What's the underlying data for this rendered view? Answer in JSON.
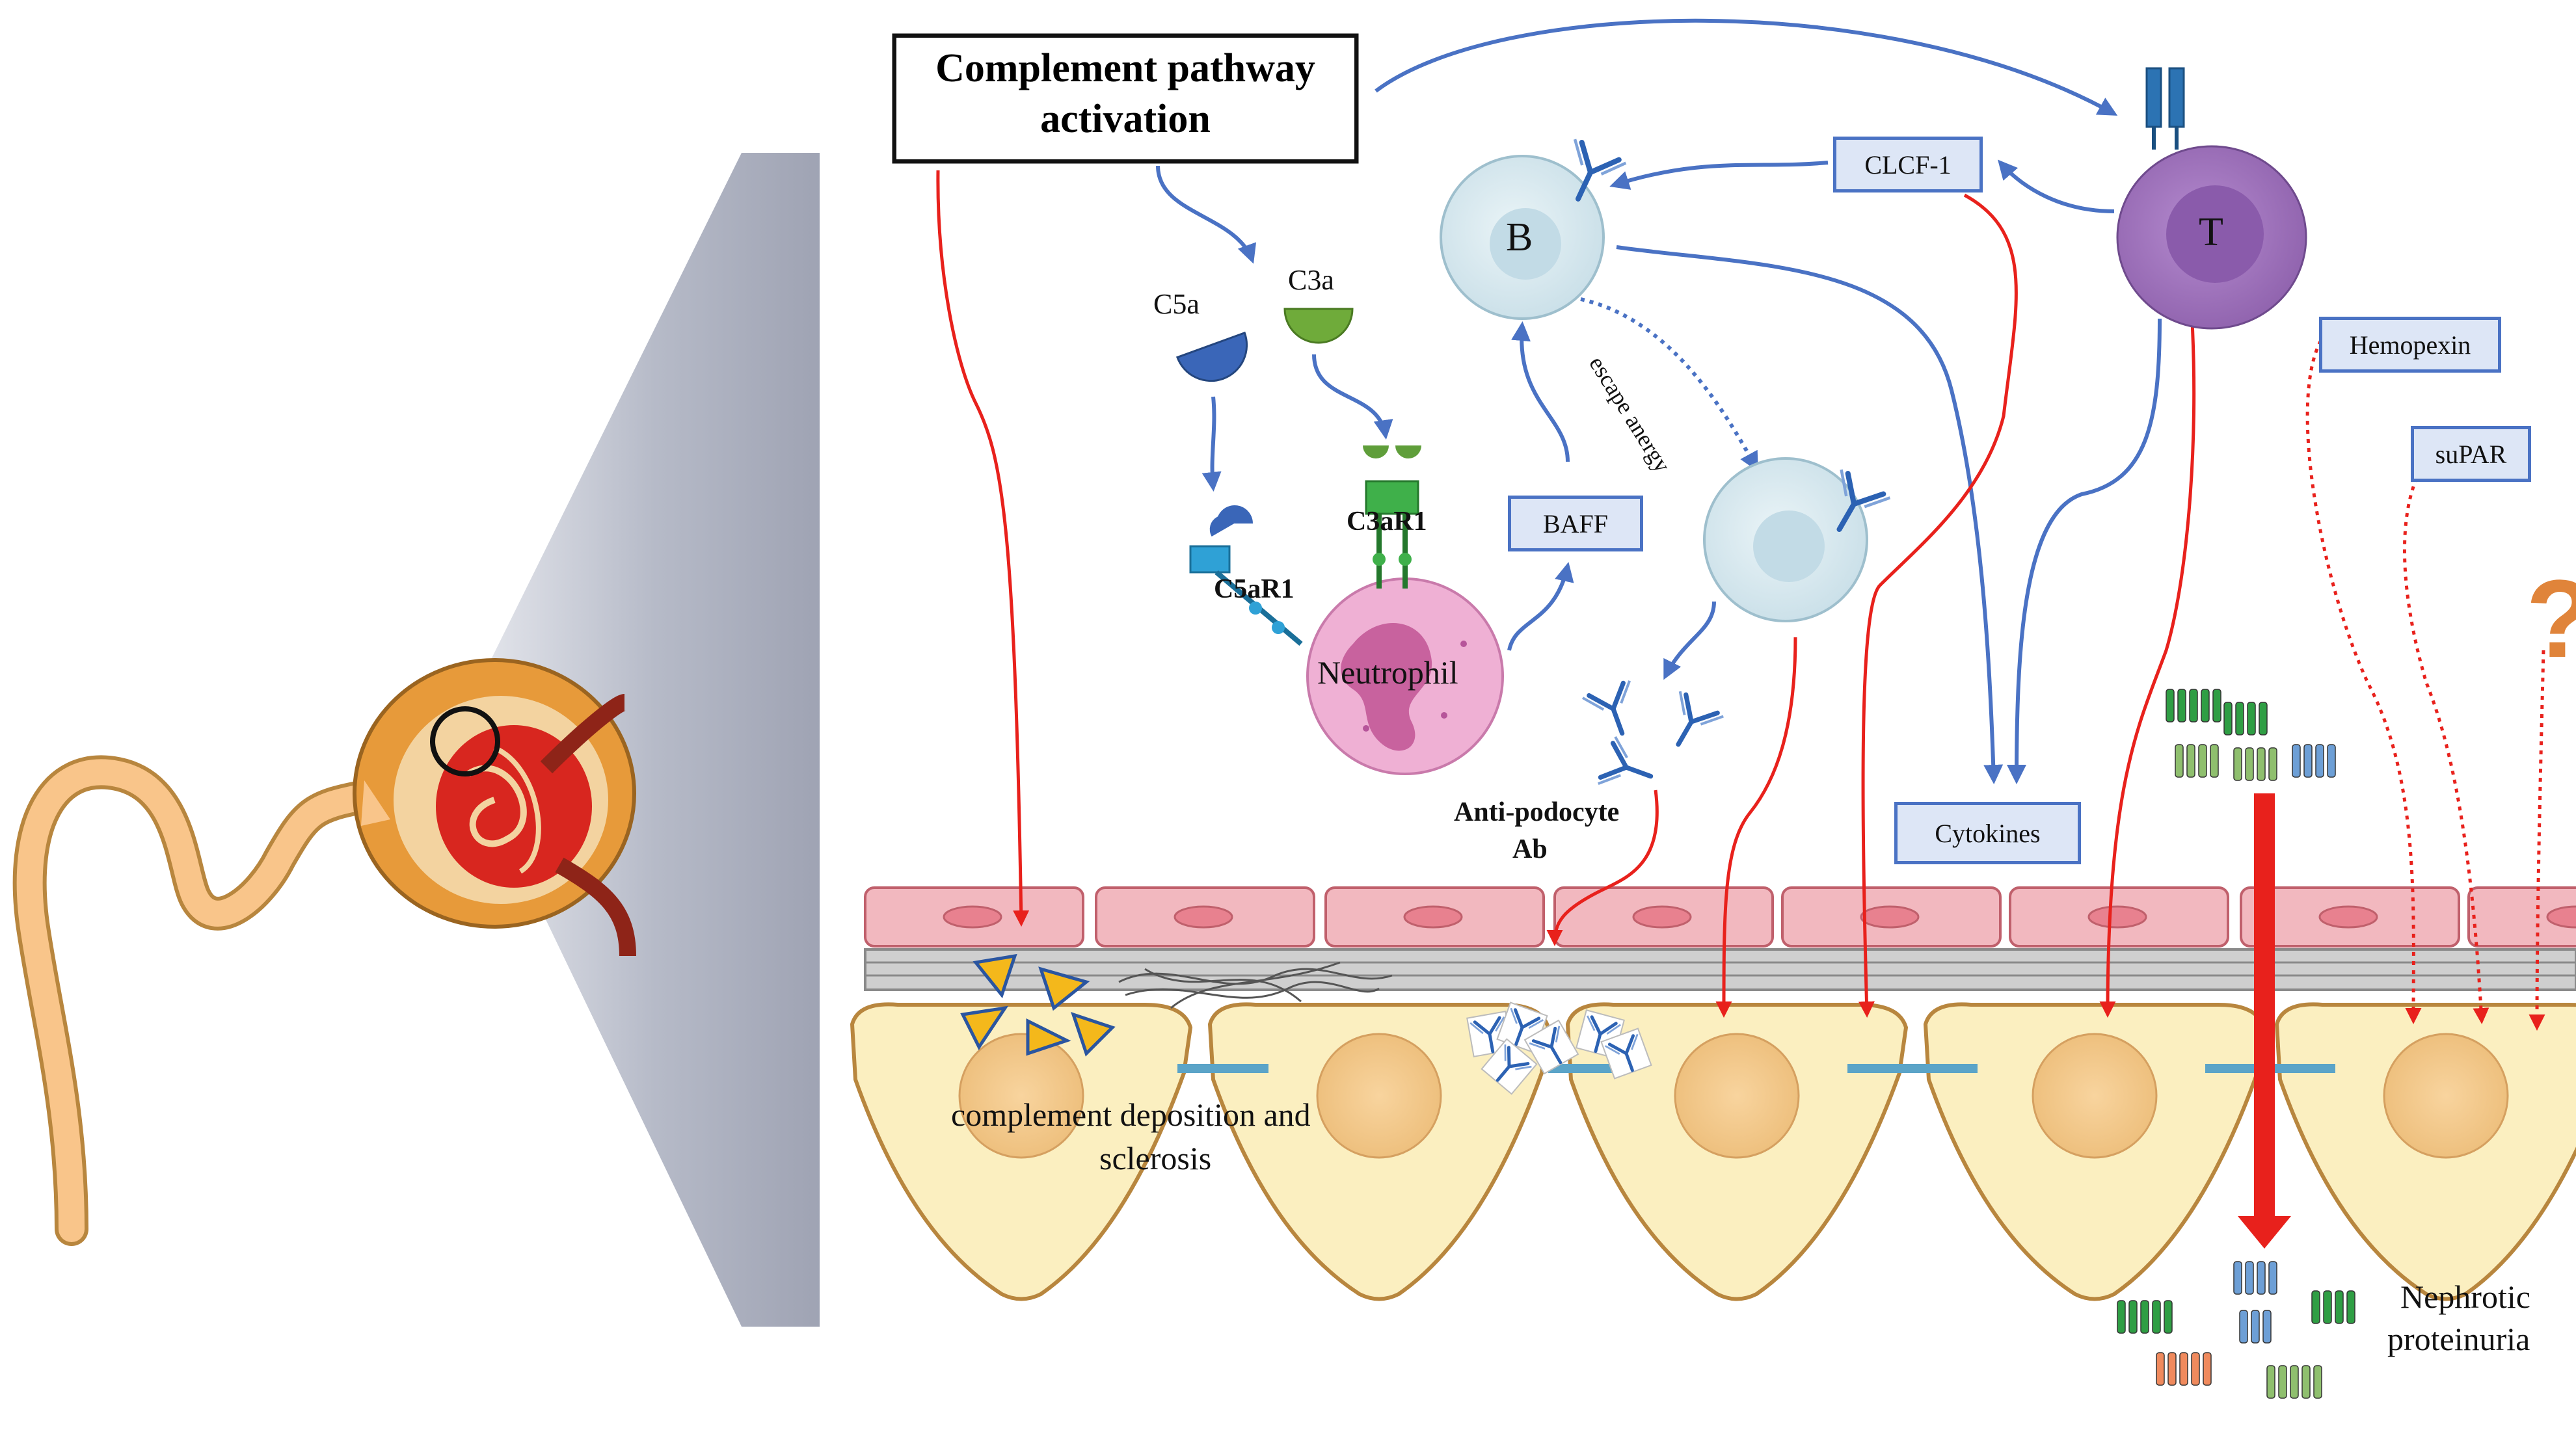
{
  "title": "Complement pathway activation",
  "labels": {
    "c5a": "C5a",
    "c3a": "C3a",
    "c5ar1": "C5aR1",
    "c3ar1": "C3aR1",
    "neutrophil": "Neutrophil",
    "b_cell": "B",
    "t_cell": "T",
    "escape_anergy": "escape anergy",
    "anti_podocyte_ab_line1": "Anti-podocyte",
    "anti_podocyte_ab_line2": "Ab",
    "complement_deposition_line1": "complement deposition and",
    "complement_deposition_line2": "sclerosis",
    "nephrotic_line1": "Nephrotic",
    "nephrotic_line2": "proteinuria",
    "question_mark": "?"
  },
  "boxes": {
    "baff": "BAFF",
    "clcf1": "CLCF-1",
    "hemopexin": "Hemopexin",
    "supar": "suPAR",
    "cytokines": "Cytokines"
  },
  "colors": {
    "blue_arrow": "#4a72c4",
    "red_arrow": "#e8211c",
    "endothelium": "#f2b8bf",
    "podocyte": "#fbefc0",
    "podocyte_border": "#b8863e",
    "t_cell": "#a77cc0",
    "b_cell": "#dcebf1",
    "neutrophil": "#efb0d4",
    "complement_deposit": "#f4b81b",
    "question": "#e0843a"
  }
}
